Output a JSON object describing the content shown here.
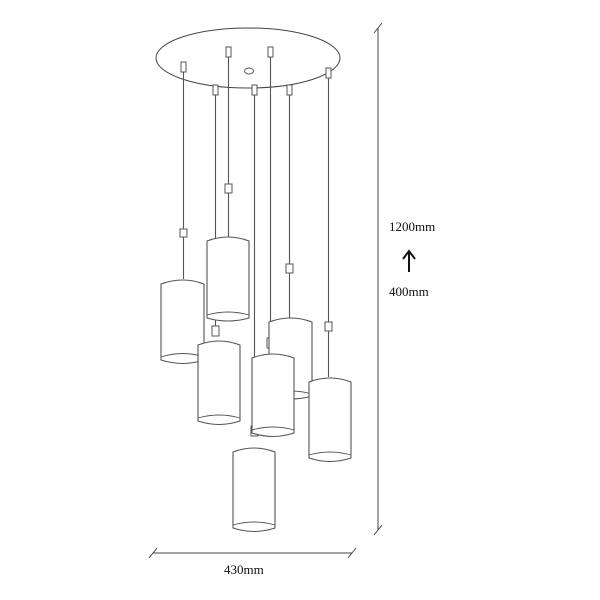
{
  "dimensions": {
    "height_max": "1200mm",
    "height_min": "400mm",
    "width": "430mm"
  },
  "colors": {
    "line": "#444444",
    "text": "#111111",
    "background": "#ffffff"
  },
  "icons": {
    "adjust_arrow": "arrow-up-icon"
  }
}
